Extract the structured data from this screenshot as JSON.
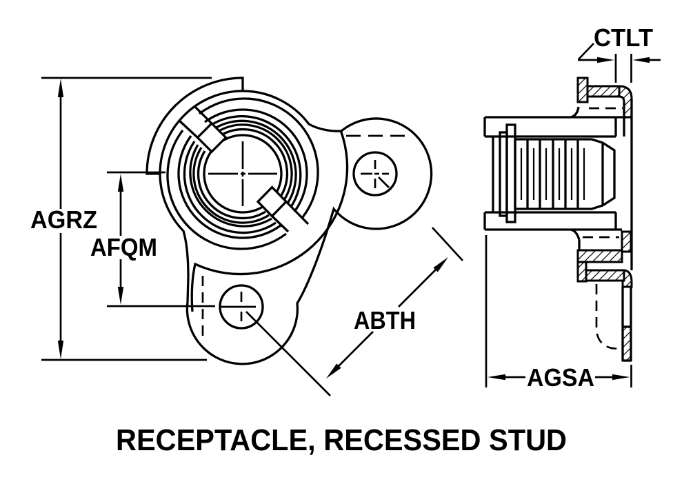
{
  "title": "RECEPTACLE, RECESSED STUD",
  "dimension_labels": {
    "agrz": "AGRZ",
    "afqm": "AFQM",
    "abth": "ABTH",
    "ctlt": "CTLT",
    "agsa": "AGSA"
  },
  "colors": {
    "line": "#000000",
    "background": "#ffffff"
  }
}
